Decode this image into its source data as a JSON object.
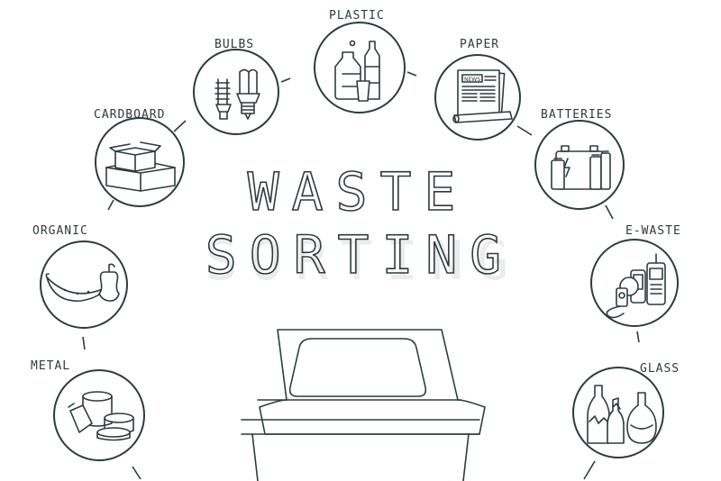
{
  "title": {
    "line1": "WASTE",
    "line2": "SORTING"
  },
  "categories": [
    {
      "key": "plastic",
      "label": "PLASTIC",
      "icon": "plastic-bottles-icon"
    },
    {
      "key": "bulbs",
      "label": "BULBS",
      "icon": "light-bulbs-icon"
    },
    {
      "key": "paper",
      "label": "PAPER",
      "icon": "newspaper-icon"
    },
    {
      "key": "cardboard",
      "label": "CARDBOARD",
      "icon": "cardboard-boxes-icon"
    },
    {
      "key": "batteries",
      "label": "BATTERIES",
      "icon": "batteries-icon"
    },
    {
      "key": "organic",
      "label": "ORGANIC",
      "icon": "banana-apple-core-icon"
    },
    {
      "key": "ewaste",
      "label": "E-WASTE",
      "icon": "phones-electronics-icon"
    },
    {
      "key": "metal",
      "label": "METAL",
      "icon": "metal-cans-icon"
    },
    {
      "key": "glass",
      "label": "GLASS",
      "icon": "glass-bottles-icon"
    }
  ],
  "colors": {
    "stroke": "#2f3b3b",
    "background": "#ffffff",
    "title_shadow": "#ececec"
  }
}
